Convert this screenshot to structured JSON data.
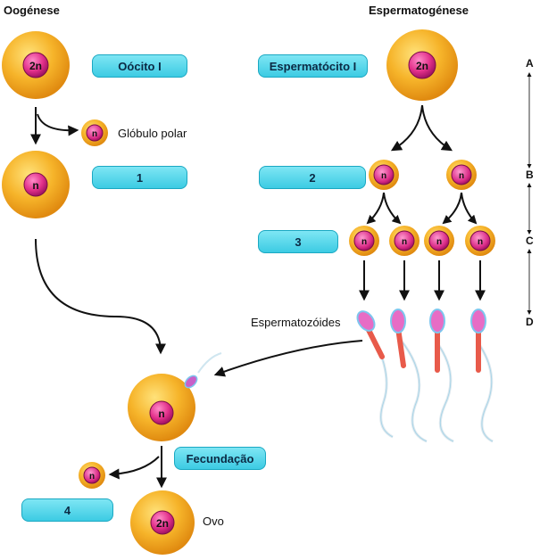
{
  "titles": {
    "left": "Oogénese",
    "right": "Espermatogénese"
  },
  "boxes": {
    "oocito": "Oócito I",
    "espermatocito": "Espermatócito I",
    "box1": "1",
    "box2": "2",
    "box3": "3",
    "box4": "4",
    "fecundacao": "Fecundação"
  },
  "labels": {
    "globulo_polar": "Glóbulo polar",
    "espermatozoides": "Espermatozóides",
    "ovo": "Ovo"
  },
  "cell_labels": {
    "diploid": "2n",
    "haploid": "n"
  },
  "axis": [
    "A",
    "B",
    "C",
    "D"
  ],
  "colors": {
    "cell_outer": "#f4a419",
    "cell_inner": "#e8308a",
    "box_fill": "#52d4e8",
    "tail": "#e85a4a"
  }
}
